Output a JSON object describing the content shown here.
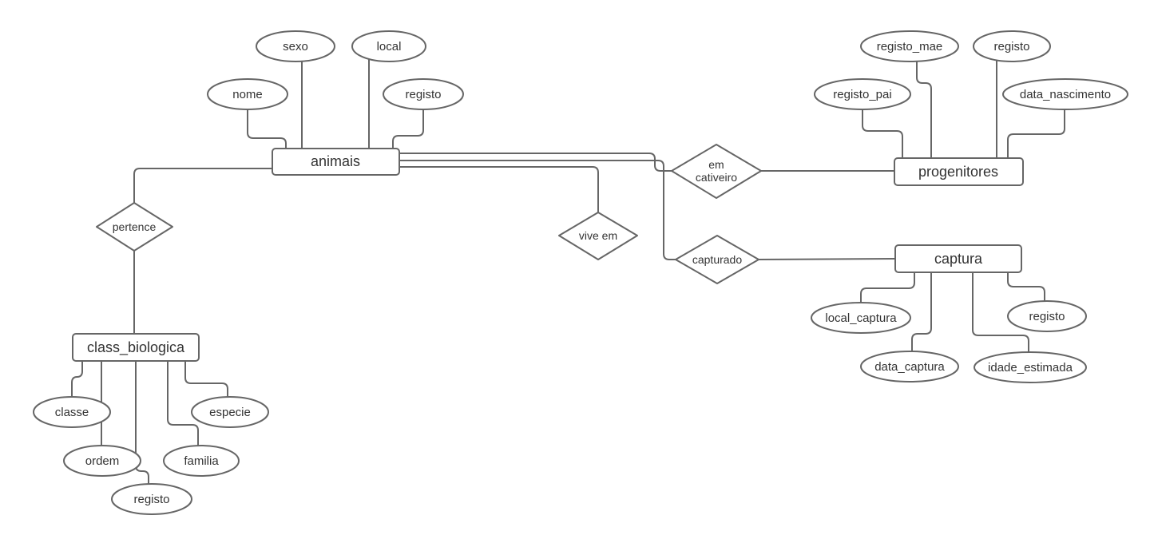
{
  "diagram": {
    "type": "entity-relationship",
    "colors": {
      "stroke": "#666666",
      "fill": "#ffffff",
      "text": "#333333",
      "background": "#ffffff"
    },
    "entities": [
      {
        "id": "animais",
        "label": "animais"
      },
      {
        "id": "progenitores",
        "label": "progenitores"
      },
      {
        "id": "captura",
        "label": "captura"
      },
      {
        "id": "class_biologica",
        "label": "class_biologica"
      }
    ],
    "relationships": [
      {
        "id": "pertence",
        "label": "pertence",
        "connects": [
          "animais",
          "class_biologica"
        ]
      },
      {
        "id": "em_cativeiro",
        "label": "em cativeiro",
        "label_lines": [
          "em",
          "cativeiro"
        ],
        "connects": [
          "animais",
          "progenitores"
        ]
      },
      {
        "id": "capturado",
        "label": "capturado",
        "connects": [
          "animais",
          "captura"
        ]
      },
      {
        "id": "vive_em",
        "label": "vive em",
        "connects": [
          "animais"
        ]
      }
    ],
    "attributes": [
      {
        "owner": "animais",
        "label": "nome"
      },
      {
        "owner": "animais",
        "label": "sexo"
      },
      {
        "owner": "animais",
        "label": "local"
      },
      {
        "owner": "animais",
        "label": "registo"
      },
      {
        "owner": "progenitores",
        "label": "registo_pai"
      },
      {
        "owner": "progenitores",
        "label": "registo_mae"
      },
      {
        "owner": "progenitores",
        "label": "registo"
      },
      {
        "owner": "progenitores",
        "label": "data_nascimento"
      },
      {
        "owner": "captura",
        "label": "local_captura"
      },
      {
        "owner": "captura",
        "label": "data_captura"
      },
      {
        "owner": "captura",
        "label": "idade_estimada"
      },
      {
        "owner": "captura",
        "label": "registo"
      },
      {
        "owner": "class_biologica",
        "label": "classe"
      },
      {
        "owner": "class_biologica",
        "label": "ordem"
      },
      {
        "owner": "class_biologica",
        "label": "registo"
      },
      {
        "owner": "class_biologica",
        "label": "familia"
      },
      {
        "owner": "class_biologica",
        "label": "especie"
      }
    ]
  }
}
